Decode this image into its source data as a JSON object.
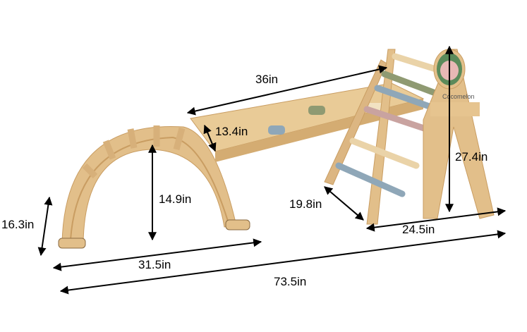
{
  "product": {
    "logo_text": "Cocomelon",
    "colors": {
      "wood": "#e2bf8a",
      "wood_dark": "#c99d62",
      "rung_blue": "#8fa7b8",
      "rung_green": "#8f9a72",
      "rung_pink": "#c9a3a0",
      "rung_natural": "#ead3a8"
    }
  },
  "dimensions": {
    "ramp_length": "36in",
    "ramp_width": "13.4in",
    "arch_height": "14.9in",
    "arch_depth": "16.3in",
    "arch_length": "31.5in",
    "total_length": "73.5in",
    "triangle_depth": "19.8in",
    "triangle_width": "24.5in",
    "triangle_height": "27.4in"
  }
}
